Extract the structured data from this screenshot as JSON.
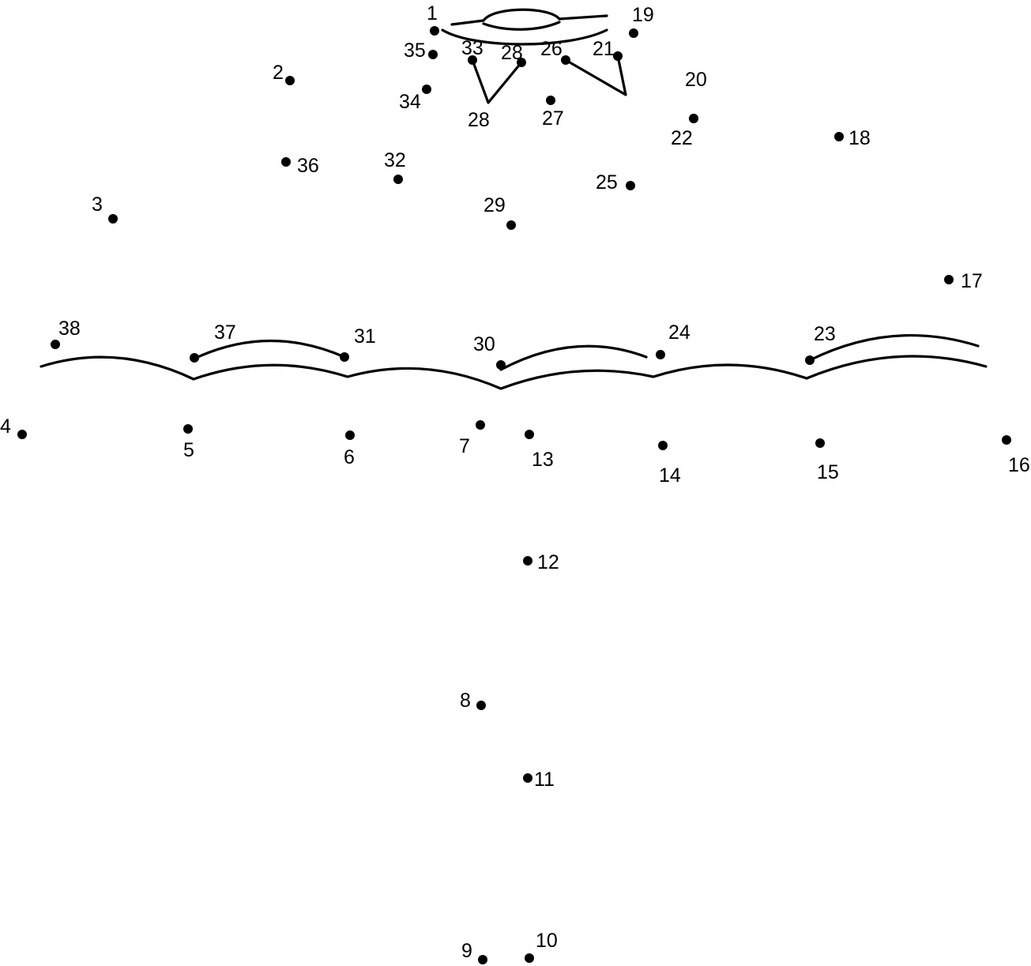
{
  "puzzle": {
    "type": "connect-the-dots",
    "ink_color": "#000000",
    "background_color": "#ffffff",
    "dots": [
      {
        "label": "1"
      },
      {
        "label": "2"
      },
      {
        "label": "3"
      },
      {
        "label": "4"
      },
      {
        "label": "5"
      },
      {
        "label": "6"
      },
      {
        "label": "7"
      },
      {
        "label": "8"
      },
      {
        "label": "9"
      },
      {
        "label": "10"
      },
      {
        "label": "11"
      },
      {
        "label": "12"
      },
      {
        "label": "13"
      },
      {
        "label": "14"
      },
      {
        "label": "15"
      },
      {
        "label": "16"
      },
      {
        "label": "17"
      },
      {
        "label": "18"
      },
      {
        "label": "19"
      },
      {
        "label": "20"
      },
      {
        "label": "21"
      },
      {
        "label": "22"
      },
      {
        "label": "23"
      },
      {
        "label": "24"
      },
      {
        "label": "25"
      },
      {
        "label": "26"
      },
      {
        "label": "27"
      },
      {
        "label": "28"
      },
      {
        "label": "29"
      },
      {
        "label": "30"
      },
      {
        "label": "31"
      },
      {
        "label": "32"
      },
      {
        "label": "33"
      },
      {
        "label": "34"
      },
      {
        "label": "35"
      },
      {
        "label": "36"
      },
      {
        "label": "37"
      },
      {
        "label": "38"
      }
    ],
    "extra_labels": [
      {
        "label": "28"
      }
    ]
  }
}
